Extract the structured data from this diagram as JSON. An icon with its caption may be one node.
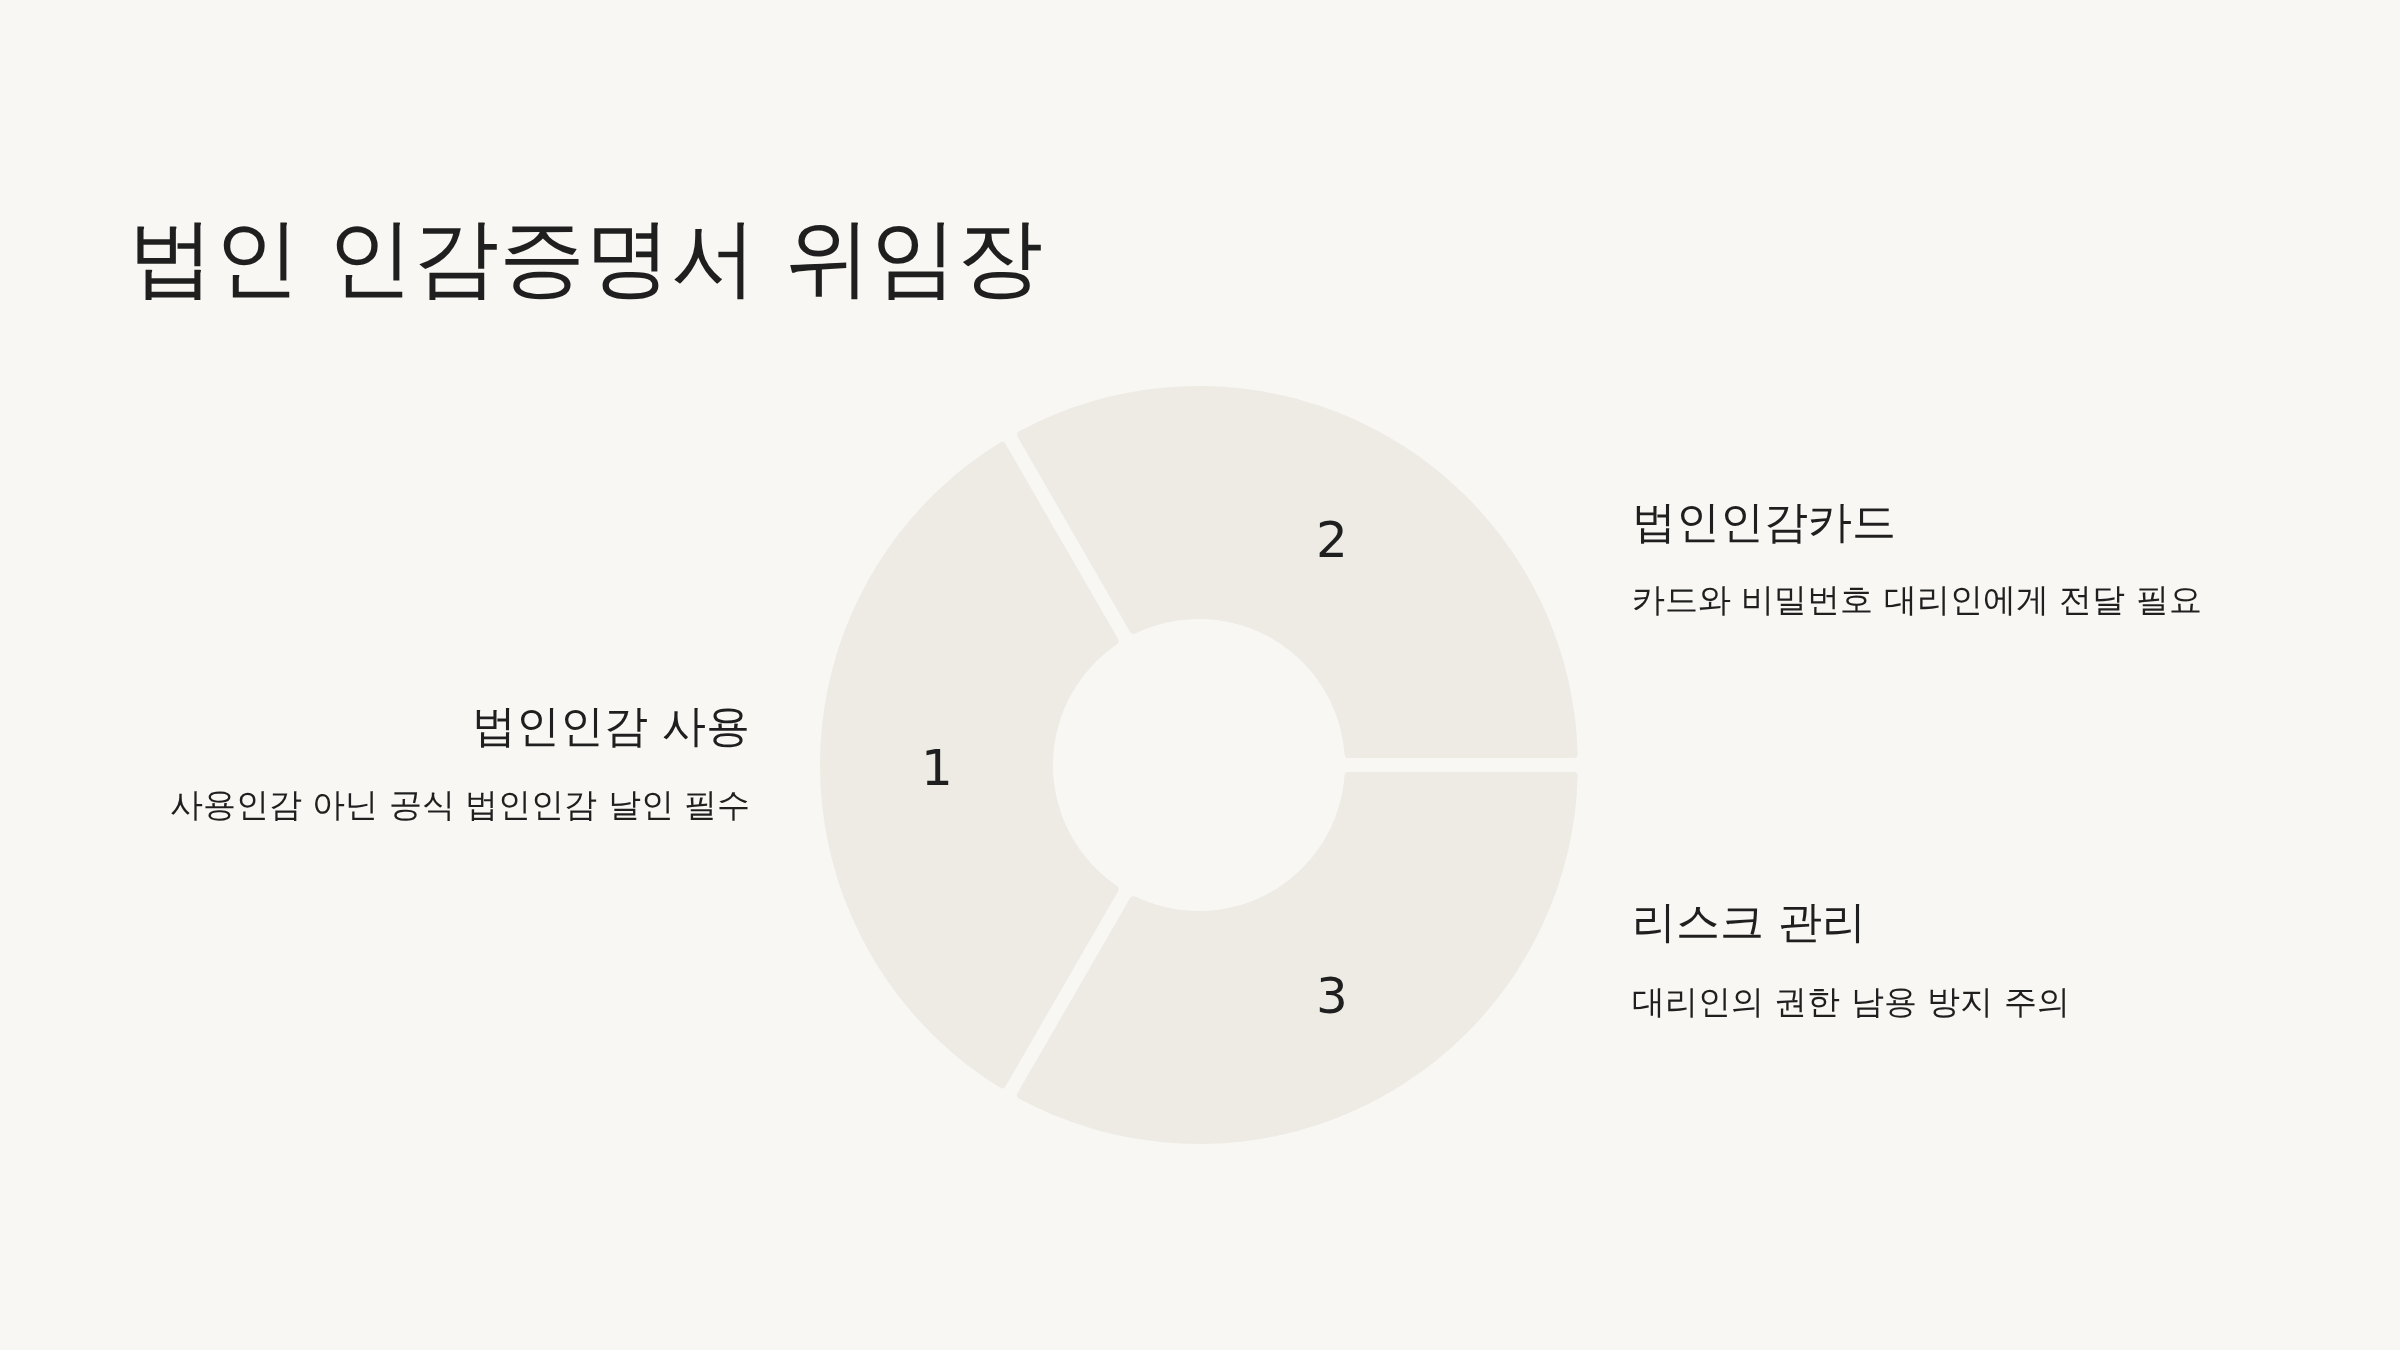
{
  "diagram": {
    "title": "법인 인감증명서 위임장",
    "nodes": [
      {
        "text": [
          "1"
        ],
        "beside": [
          "법인인감 사용",
          "사용인감 아닌 공식 법인인감 날인 필수"
        ]
      },
      {
        "text": [
          "2"
        ],
        "beside": [
          "법인인감카드",
          "카드와 비밀번호 대리인에게 전달 필요"
        ]
      },
      {
        "text": [
          "3"
        ],
        "beside": [
          "리스크 관리",
          "대리인의 권한 남용 방지 주의"
        ]
      }
    ]
  }
}
